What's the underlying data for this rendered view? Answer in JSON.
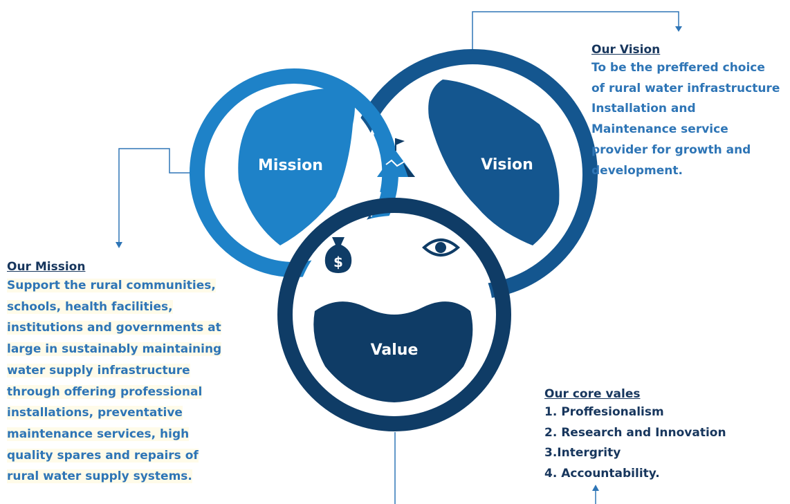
{
  "circles": {
    "mission_label": "Mission",
    "vision_label": "Vision",
    "value_label": "Value"
  },
  "icons": [
    "mountain-flag-icon",
    "money-bag-icon",
    "eye-icon"
  ],
  "colors": {
    "mission": "#1e82c8",
    "vision": "#14568f",
    "value": "#0f3c66",
    "heading": "#17365d",
    "mission_text": "#2e75b6",
    "connector": "#2e75b6"
  },
  "vision": {
    "heading": "Our Vision",
    "lines": [
      "To be the preffered choice",
      "of rural water infrastructure",
      "Installation and",
      "Maintenance service",
      "provider for growth and",
      "development."
    ]
  },
  "mission": {
    "heading": "Our Mission",
    "lines": [
      "Support the rural communities,",
      "schools, health facilities,",
      "institutions and governments at",
      "large in sustainably maintaining",
      "water supply infrastructure",
      "through offering professional",
      "installations, preventative",
      "maintenance services, high",
      "quality spares and repairs of",
      "rural water supply systems."
    ]
  },
  "values": {
    "heading": "Our core vales",
    "lines": [
      "1. Proffesionalism",
      "2. Research and Innovation",
      "3.Intergrity",
      "4. Accountability."
    ]
  }
}
